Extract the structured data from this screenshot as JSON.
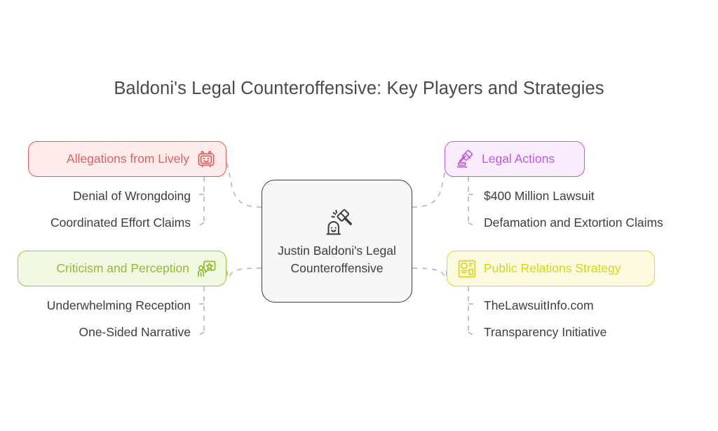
{
  "page": {
    "title": "Baldoni's Legal Counteroffensive: Key Players and Strategies",
    "background_color": "#ffffff",
    "text_color": "#3d3d3d"
  },
  "center": {
    "label": "Justin Baldoni's Legal Counteroffensive",
    "icon": "gavel-smiling-block-icon",
    "fill_color": "#f7f7f7",
    "border_color": "#3c3c3c"
  },
  "branches": [
    {
      "id": "allegations",
      "label": "Allegations from Lively",
      "icon": "television-face-icon",
      "icon_side": "right",
      "position": "top-left",
      "fill_color": "#fdeceb",
      "border_color": "#e05a55",
      "text_color": "#e0615c",
      "children": [
        {
          "label": "Denial of Wrongdoing"
        },
        {
          "label": "Coordinated Effort Claims"
        }
      ]
    },
    {
      "id": "criticism",
      "label": "Criticism and Perception",
      "icon": "person-speech-bubble-icon",
      "icon_side": "right",
      "position": "bottom-left",
      "fill_color": "#f2f9e3",
      "border_color": "#9dc43f",
      "text_color": "#92bb35",
      "children": [
        {
          "label": "Underwhelming Reception"
        },
        {
          "label": "One-Sided Narrative"
        }
      ]
    },
    {
      "id": "legal",
      "label": "Legal Actions",
      "icon": "gavel-icon",
      "icon_side": "left",
      "position": "top-right",
      "fill_color": "#f9ecfd",
      "border_color": "#c158e8",
      "text_color": "#c05ae4",
      "children": [
        {
          "label": "$400 Million Lawsuit"
        },
        {
          "label": "Defamation and Extortion Claims"
        }
      ]
    },
    {
      "id": "public-relations",
      "label": "Public Relations Strategy",
      "icon": "newspaper-article-icon",
      "icon_side": "left",
      "position": "bottom-right",
      "fill_color": "#fcfbe0",
      "border_color": "#dedb18",
      "text_color": "#d8d41a",
      "children": [
        {
          "label": "TheLawsuitInfo.com"
        },
        {
          "label": "Transparency Initiative"
        }
      ]
    }
  ],
  "connectors": {
    "style": "dashed",
    "color": "#bdbdbd"
  }
}
